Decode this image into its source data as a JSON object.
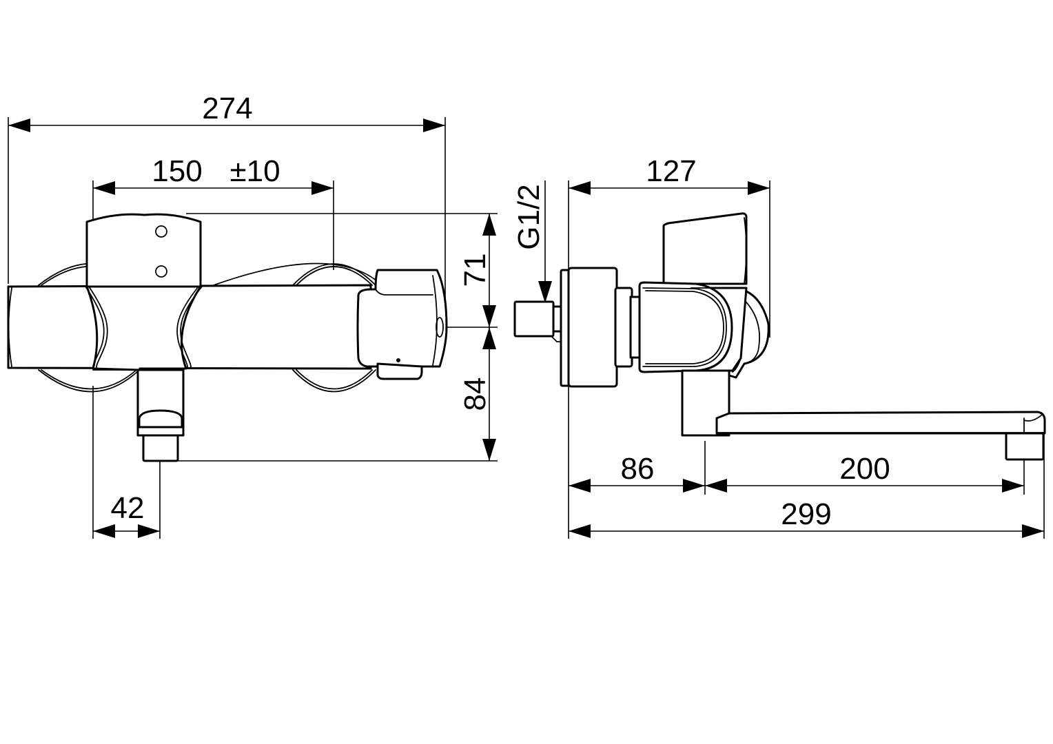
{
  "front_view": {
    "dimensions": {
      "overall_width": "274",
      "inlet_spacing": "150",
      "inlet_tolerance": "±10",
      "height_above_axis": "71",
      "height_below_axis": "84",
      "outlet_offset": "42"
    }
  },
  "side_view": {
    "dimensions": {
      "thread": "G1/2",
      "projection_depth": "127",
      "wall_to_spout": "86",
      "spout_length": "200",
      "overall_depth": "299"
    }
  },
  "colors": {
    "line": "#000000",
    "background": "#ffffff"
  }
}
